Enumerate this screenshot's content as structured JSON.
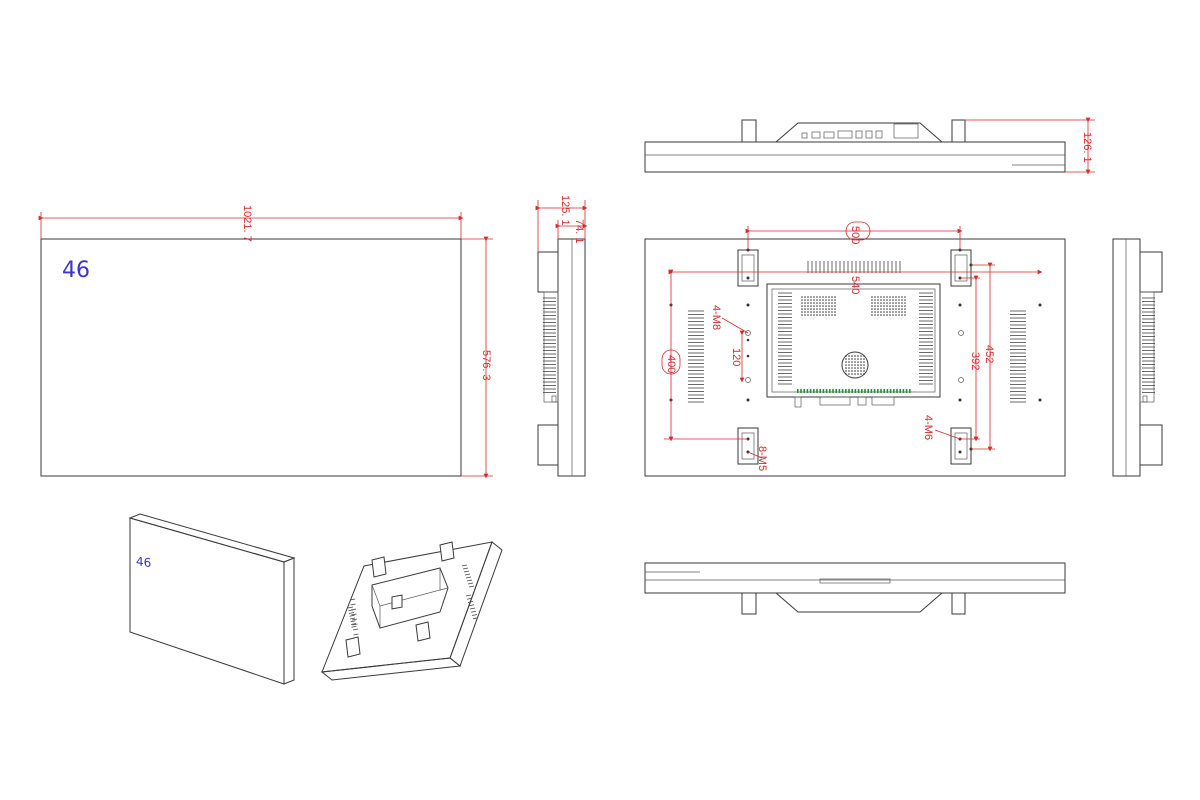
{
  "model_label": "46",
  "dimensions": {
    "front_width": "1021. 7",
    "front_height": "576. 3",
    "side_depth_total": "125. 1",
    "side_depth_body": "74. 1",
    "top_depth": "126. 1",
    "vesa_horizontal_outer": "500",
    "vesa_horizontal_inner": "540",
    "vesa_vertical_left": "400",
    "vesa_vertical_right_outer": "452",
    "vesa_vertical_right_inner": "392",
    "vesa_small_spacing": "120",
    "hole_callout_top_left": "4-M8",
    "hole_callout_bottom_left": "8-M5",
    "hole_callout_bottom_right": "4-M6"
  },
  "colors": {
    "line": "#3a3a3a",
    "dimension": "#d62b2b",
    "label_blue": "#3a36c9",
    "board_green": "#2a8a3a"
  }
}
